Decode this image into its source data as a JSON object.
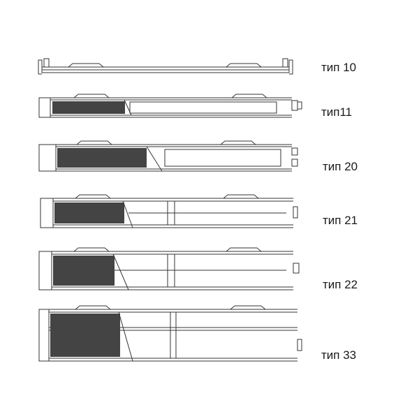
{
  "diagram": {
    "stroke_color": "#333333",
    "fill_color": "#ffffff",
    "items": [
      {
        "label": "тип 10"
      },
      {
        "label": "тип11"
      },
      {
        "label": "тип 20"
      },
      {
        "label": "тип 21"
      },
      {
        "label": "тип 22"
      },
      {
        "label": "тип 33"
      }
    ]
  }
}
